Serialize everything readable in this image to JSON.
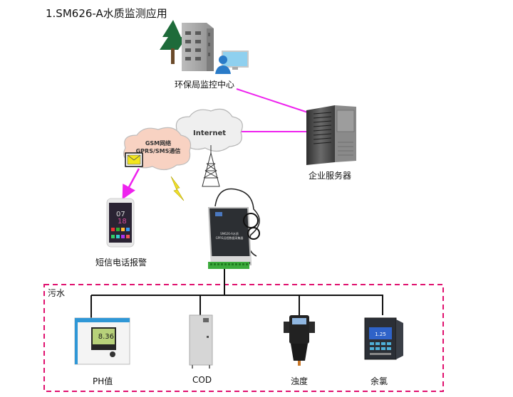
{
  "title": "1.SM626-A水质监测应用",
  "nodes": {
    "epa_center": {
      "label": "环保局监控中心",
      "icon": "building-with-user-icon"
    },
    "enterprise_server": {
      "label": "企业服务器",
      "icon": "server-tower-icon"
    },
    "internet": {
      "label": "Internet",
      "icon": "cloud-icon"
    },
    "gsm": {
      "line1": "GSM网络",
      "line2": "GPRS/SMS通信",
      "icon": "cloud-icon"
    },
    "sms_alarm": {
      "label": "短信电话报警",
      "icon": "smartphone-icon"
    },
    "phone_screen": {
      "hour": "07",
      "minute": "18"
    },
    "gateway": {
      "label_line1": "SM626-A水质",
      "label_line2": "GPRS远程数据采集器",
      "icon": "data-logger-icon"
    }
  },
  "sewage_group": {
    "label": "污水",
    "sensors": [
      {
        "label": "PH值",
        "reading": "8.36",
        "icon": "ph-meter-icon"
      },
      {
        "label": "COD",
        "icon": "cod-analyzer-icon"
      },
      {
        "label": "浊度",
        "icon": "turbidity-meter-icon"
      },
      {
        "label": "余氯",
        "reading": "1.25",
        "icon": "chlorine-analyzer-icon"
      }
    ]
  },
  "colors": {
    "link_magenta": "#ee22ee",
    "dash_border": "#e0106e",
    "cloud_gsm": "#f8d2c2",
    "cloud_internet": "#efefef",
    "envelope": "#f4e61c",
    "lightning": "#f0e02a"
  }
}
